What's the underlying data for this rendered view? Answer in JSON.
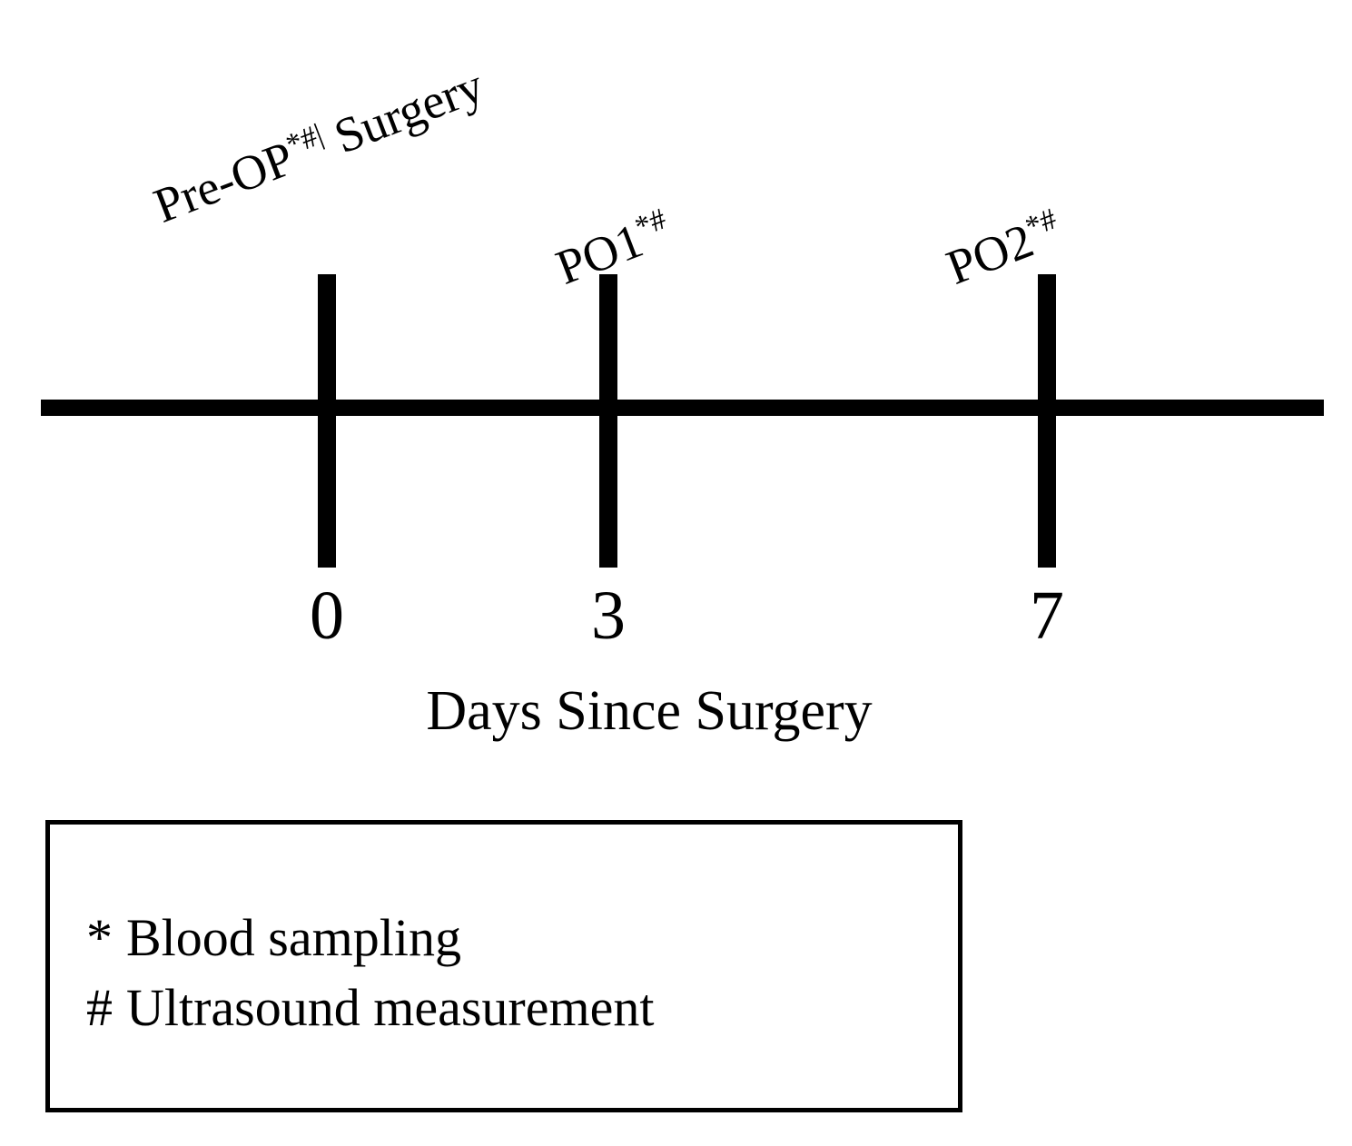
{
  "figure": {
    "type": "study-timeline",
    "background_color": "#ffffff",
    "ink_color": "#000000"
  },
  "chart_data": {
    "type": "timeline",
    "title": "",
    "xlabel": "Days Since Surgery",
    "ylabel": "",
    "xlim": [
      0,
      7
    ],
    "grid": false,
    "legend_position": "bottom-left",
    "axis_label": "Days Since Surgery",
    "tick_values": [
      0,
      3,
      7
    ],
    "tick_labels": [
      "0",
      "3",
      "7"
    ],
    "events": [
      {
        "name": "Pre-OP / Surgery",
        "label_text": "Pre-OP",
        "markers": "*#|",
        "suffix": " Surgery",
        "day": 0,
        "tick_label": "0",
        "blood_sampling": true,
        "ultrasound_measurement": true
      },
      {
        "name": "PO1",
        "label_text": "PO1",
        "markers": "*#",
        "suffix": "",
        "day": 3,
        "tick_label": "3",
        "blood_sampling": true,
        "ultrasound_measurement": true
      },
      {
        "name": "PO2",
        "label_text": "PO2",
        "markers": "*#",
        "suffix": "",
        "day": 7,
        "tick_label": "7",
        "blood_sampling": true,
        "ultrasound_measurement": true
      }
    ],
    "legend_entries": [
      {
        "symbol": "*",
        "description": "Blood sampling"
      },
      {
        "symbol": "#",
        "description": "Ultrasound measurement"
      }
    ]
  },
  "axis": {
    "title": "Days Since Surgery"
  },
  "ticks": [
    {
      "label": "0"
    },
    {
      "label": "3"
    },
    {
      "label": "7"
    }
  ],
  "events": [
    {
      "label": "Pre-OP",
      "markers": "*#|",
      "suffix": " Surgery"
    },
    {
      "label": "PO1",
      "markers": "*#",
      "suffix": ""
    },
    {
      "label": "PO2",
      "markers": "*#",
      "suffix": ""
    }
  ],
  "legend": {
    "items": [
      {
        "symbol": "*",
        "text": "Blood sampling"
      },
      {
        "symbol": "#",
        "text": "Ultrasound measurement"
      }
    ]
  }
}
